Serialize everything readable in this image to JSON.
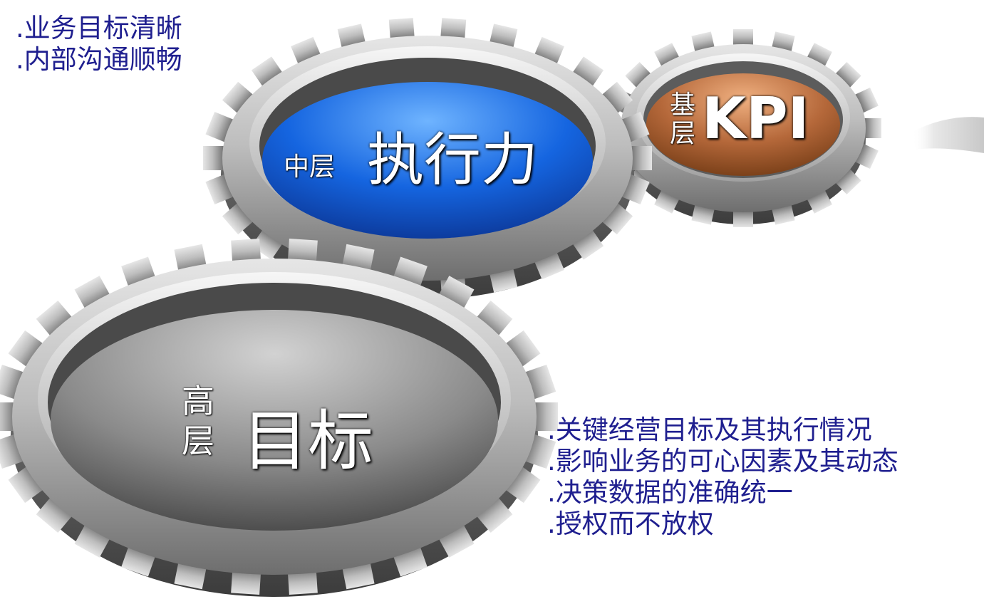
{
  "top_list": {
    "items": [
      ".业务目标清晰",
      ".内部沟通顺畅"
    ]
  },
  "middle_gear": {
    "tier": "中层",
    "title": "执行力"
  },
  "small_gear": {
    "tier_chars": [
      "基",
      "层"
    ],
    "title": "KPI"
  },
  "big_gear": {
    "tier_chars": [
      "高",
      "层"
    ],
    "title": "目标"
  },
  "bottom_list": {
    "items": [
      ".关键经营目标及其执行情况",
      ".影响业务的可心因素及其动态",
      ".决策数据的准确统一",
      ".授权而不放权"
    ]
  },
  "colors": {
    "text": "#1f1f8f",
    "gear_metal": "#9a9a9a",
    "blue_face": "#1565e0",
    "orange_face": "#b5683a",
    "gray_face": "#6a6a6a"
  }
}
